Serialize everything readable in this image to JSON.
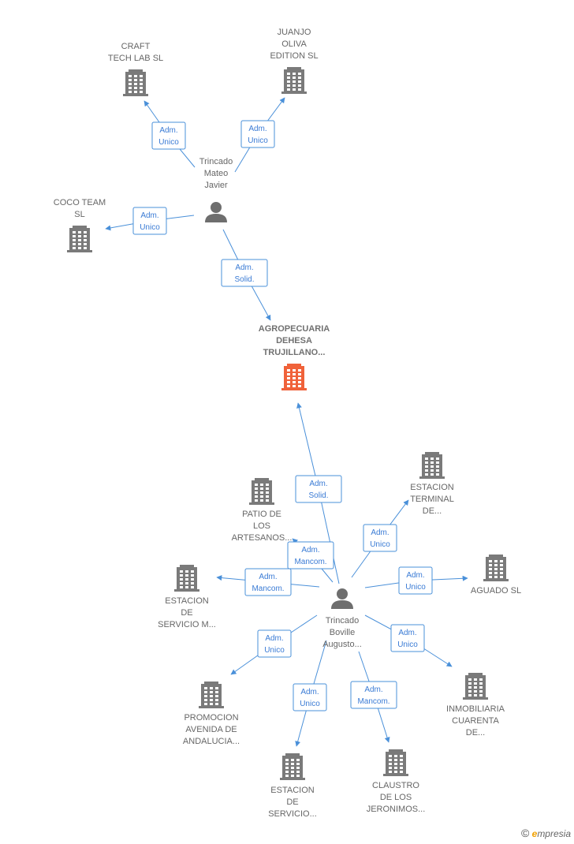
{
  "colors": {
    "company": "#7a7a7a",
    "main_company": "#f0623a",
    "person": "#6e6e6e",
    "edge": "#4a90d9"
  },
  "nodes": [
    {
      "id": "craft",
      "type": "company",
      "name": "craft-tech-lab",
      "label": [
        "CRAFT",
        "TECH LAB  SL"
      ]
    },
    {
      "id": "juanjo",
      "type": "company",
      "name": "juanjo-oliva-edition",
      "label": [
        "JUANJO",
        "OLIVA",
        "EDITION SL"
      ]
    },
    {
      "id": "coco",
      "type": "company",
      "name": "coco-team",
      "label": [
        "COCO TEAM",
        "SL"
      ]
    },
    {
      "id": "mateo",
      "type": "person",
      "name": "trincado-mateo-javier",
      "label": [
        "Trincado",
        "Mateo",
        "Javier"
      ]
    },
    {
      "id": "agro",
      "type": "main",
      "name": "agropecuaria-dehesa-trujillano",
      "label": [
        "AGROPECUARIA",
        "DEHESA",
        "TRUJILLANO..."
      ]
    },
    {
      "id": "patio",
      "type": "company",
      "name": "patio-de-los-artesanos",
      "label": [
        "PATIO DE",
        "LOS",
        "ARTESANOS..."
      ]
    },
    {
      "id": "terminal",
      "type": "company",
      "name": "estacion-terminal",
      "label": [
        "ESTACION",
        "TERMINAL",
        "DE..."
      ]
    },
    {
      "id": "servm",
      "type": "company",
      "name": "estacion-de-servicio-m",
      "label": [
        "ESTACION",
        "DE",
        "SERVICIO M..."
      ]
    },
    {
      "id": "aguado",
      "type": "company",
      "name": "aguado-sl",
      "label": [
        "AGUADO  SL"
      ]
    },
    {
      "id": "augusto",
      "type": "person",
      "name": "trincado-boville-augusto",
      "label": [
        "Trincado",
        "Boville",
        "Augusto..."
      ]
    },
    {
      "id": "inmob",
      "type": "company",
      "name": "inmobiliaria-cuarenta",
      "label": [
        "INMOBILIARIA",
        "CUARENTA",
        "DE..."
      ]
    },
    {
      "id": "promo",
      "type": "company",
      "name": "promocion-avenida-de-andalucia",
      "label": [
        "PROMOCION",
        "AVENIDA DE",
        "ANDALUCIA..."
      ]
    },
    {
      "id": "serv",
      "type": "company",
      "name": "estacion-de-servicio",
      "label": [
        "ESTACION",
        "DE",
        "SERVICIO..."
      ]
    },
    {
      "id": "claustro",
      "type": "company",
      "name": "claustro-de-los-jeronimos",
      "label": [
        "CLAUSTRO",
        "DE LOS",
        "JERONIMOS..."
      ]
    }
  ],
  "edges": [
    {
      "from": "mateo",
      "to": "craft",
      "label": [
        "Adm.",
        "Unico"
      ]
    },
    {
      "from": "mateo",
      "to": "juanjo",
      "label": [
        "Adm.",
        "Unico"
      ]
    },
    {
      "from": "mateo",
      "to": "coco",
      "label": [
        "Adm.",
        "Unico"
      ]
    },
    {
      "from": "mateo",
      "to": "agro",
      "label": [
        "Adm.",
        "Solid."
      ]
    },
    {
      "from": "augusto",
      "to": "agro",
      "label": [
        "Adm.",
        "Solid."
      ]
    },
    {
      "from": "augusto",
      "to": "patio",
      "label": [
        "Adm.",
        "Mancom."
      ]
    },
    {
      "from": "augusto",
      "to": "terminal",
      "label": [
        "Adm.",
        "Unico"
      ]
    },
    {
      "from": "augusto",
      "to": "servm",
      "label": [
        "Adm.",
        "Mancom."
      ]
    },
    {
      "from": "augusto",
      "to": "aguado",
      "label": [
        "Adm.",
        "Unico"
      ]
    },
    {
      "from": "augusto",
      "to": "inmob",
      "label": [
        "Adm.",
        "Unico"
      ]
    },
    {
      "from": "augusto",
      "to": "promo",
      "label": [
        "Adm.",
        "Unico"
      ]
    },
    {
      "from": "augusto",
      "to": "serv",
      "label": [
        "Adm.",
        "Unico"
      ]
    },
    {
      "from": "augusto",
      "to": "claustro",
      "label": [
        "Adm.",
        "Mancom."
      ]
    }
  ],
  "footer": {
    "copyright": "©",
    "brand_initial": "e",
    "brand_rest": "mpresia"
  }
}
